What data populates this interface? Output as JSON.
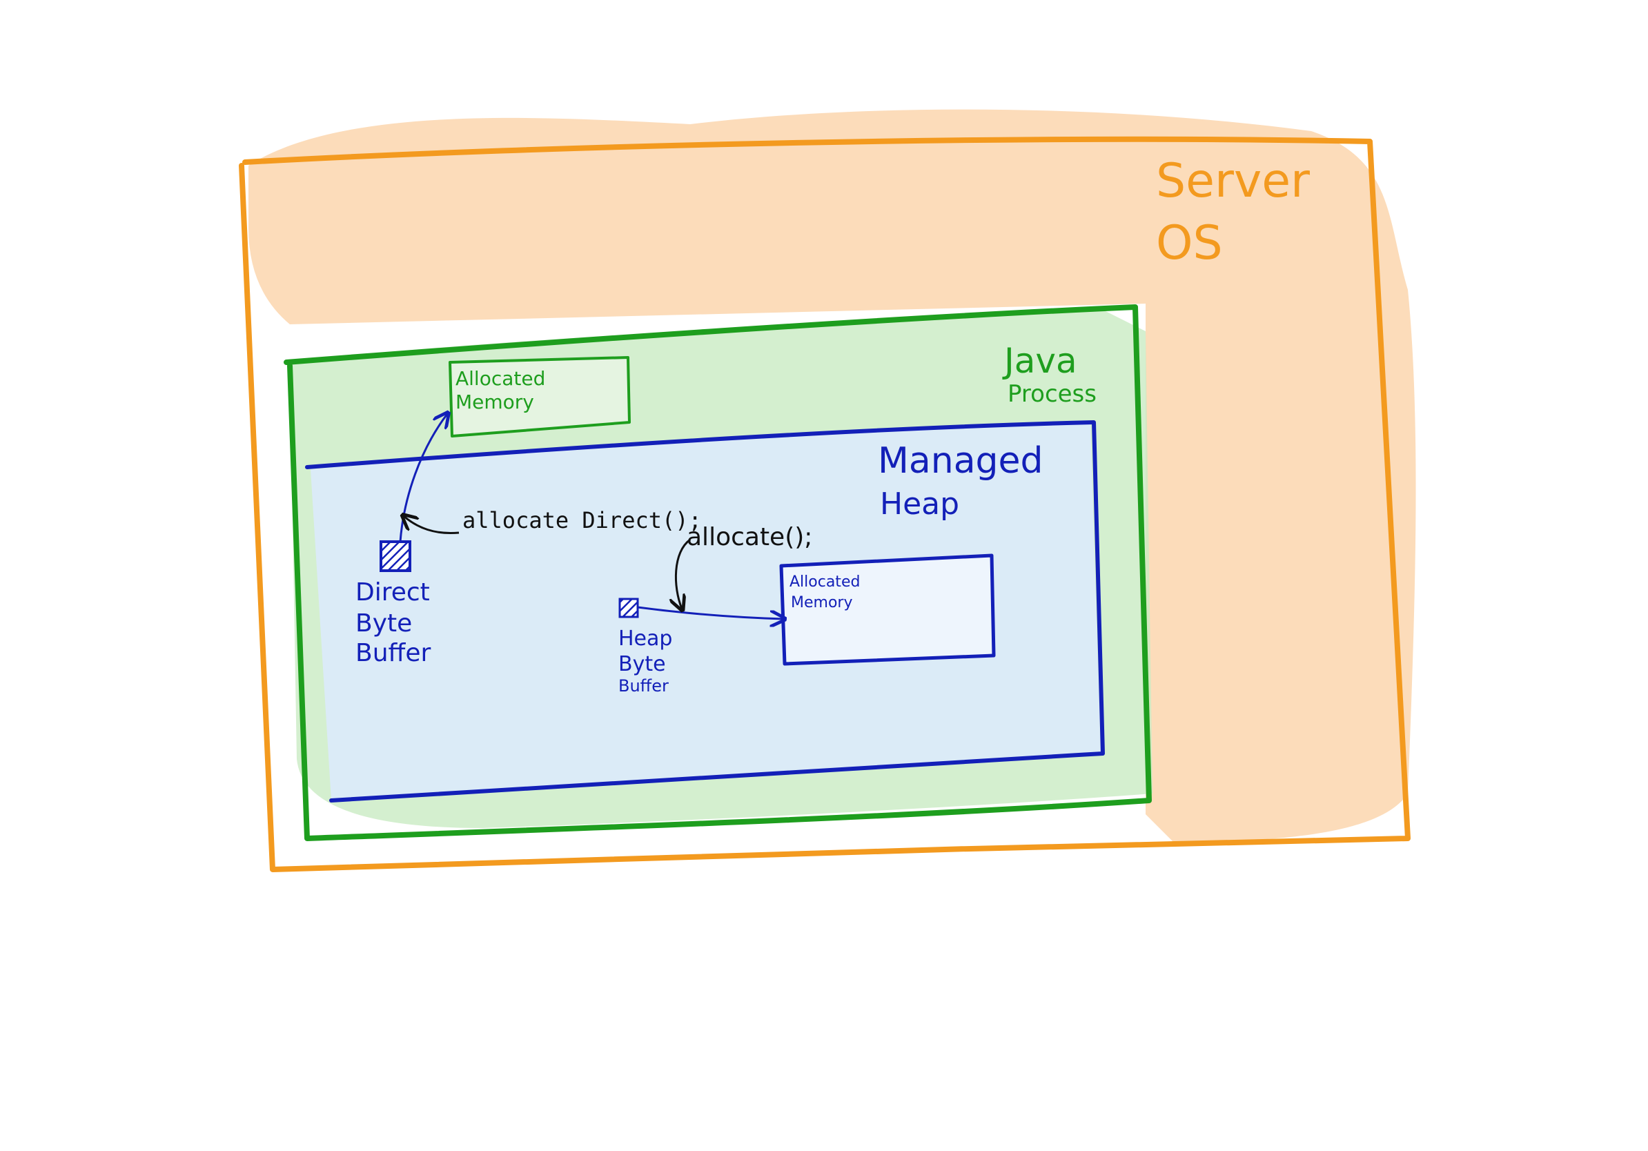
{
  "diagram": {
    "server_os": {
      "label_line1": "Server",
      "label_line2": "OS",
      "color": "#F39A1F",
      "fill": "#FBD6AE"
    },
    "java_process": {
      "label_line1": "Java",
      "label_line2": "Process",
      "color": "#1E9E1E",
      "fill": "#C9EBC3"
    },
    "direct_allocated_memory": {
      "label_line1": "Allocated",
      "label_line2": "Memory"
    },
    "managed_heap": {
      "label_line1": "Managed",
      "label_line2": "Heap",
      "color": "#1320B8",
      "fill": "#DCEAFB"
    },
    "heap_allocated_memory": {
      "label_line1": "Allocated",
      "label_line2": "Memory"
    },
    "direct_byte_buffer": {
      "label_line1": "Direct",
      "label_line2": "Byte",
      "label_line3": "Buffer"
    },
    "heap_byte_buffer": {
      "label_line1": "Heap",
      "label_line2": "Byte",
      "label_line3": "Buffer"
    },
    "calls": {
      "allocate_direct": "allocate Direct();",
      "allocate": "allocate();"
    },
    "ink_color": "#111111"
  }
}
